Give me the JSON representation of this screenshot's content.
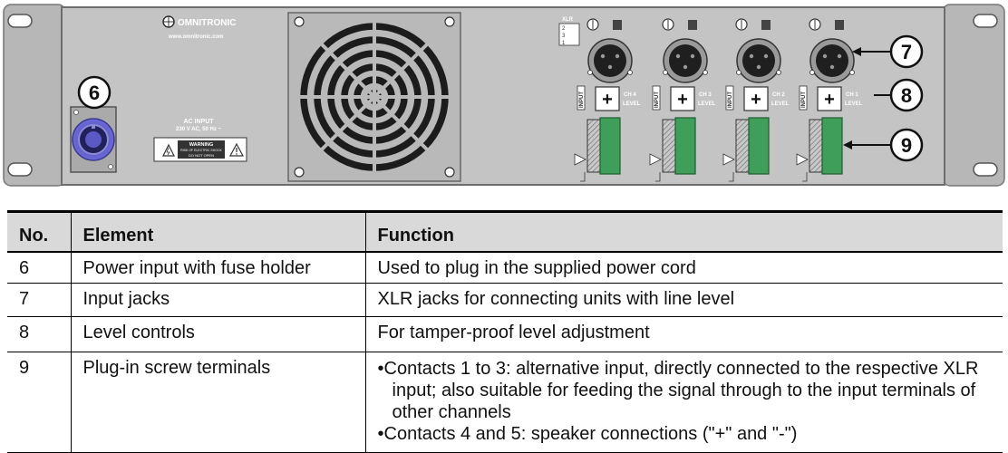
{
  "panel": {
    "brand": "OMNITRONIC",
    "url": "www.omnitronic.com",
    "ac_input": "AC INPUT",
    "voltage": "230 V AC, 50 Hz ~",
    "warning_title": "WARNING",
    "warning_line1": "RISK OF ELECTRIC SHOCK",
    "warning_line2": "DO NOT OPEN",
    "xlr_label": "XLR",
    "xlr_pins": [
      "2",
      "3",
      "1"
    ],
    "input_label": "INPUT",
    "level_label": "LEVEL",
    "channels": [
      "CH 4",
      "CH 3",
      "CH 2",
      "CH 1"
    ],
    "plus_symbol": "+"
  },
  "callouts": [
    "6",
    "7",
    "8",
    "9"
  ],
  "table": {
    "headers": {
      "no": "No.",
      "element": "Element",
      "function": "Function"
    },
    "rows": [
      {
        "no": "6",
        "element": "Power input with fuse holder",
        "function": "Used to plug in the supplied power cord"
      },
      {
        "no": "7",
        "element": "Input jacks",
        "function": "XLR jacks for connecting units with line level"
      },
      {
        "no": "8",
        "element": "Level controls",
        "function": "For tamper-proof level adjustment"
      },
      {
        "no": "9",
        "element": "Plug-in screw terminals",
        "bullets": [
          "Contacts 1 to 3: alternative input, directly connected to the respective XLR input; also suitable for feeding the signal through to the input terminals of other channels",
          "Contacts 4 and 5: speaker connections (\"+\" and \"-\")"
        ]
      }
    ]
  }
}
